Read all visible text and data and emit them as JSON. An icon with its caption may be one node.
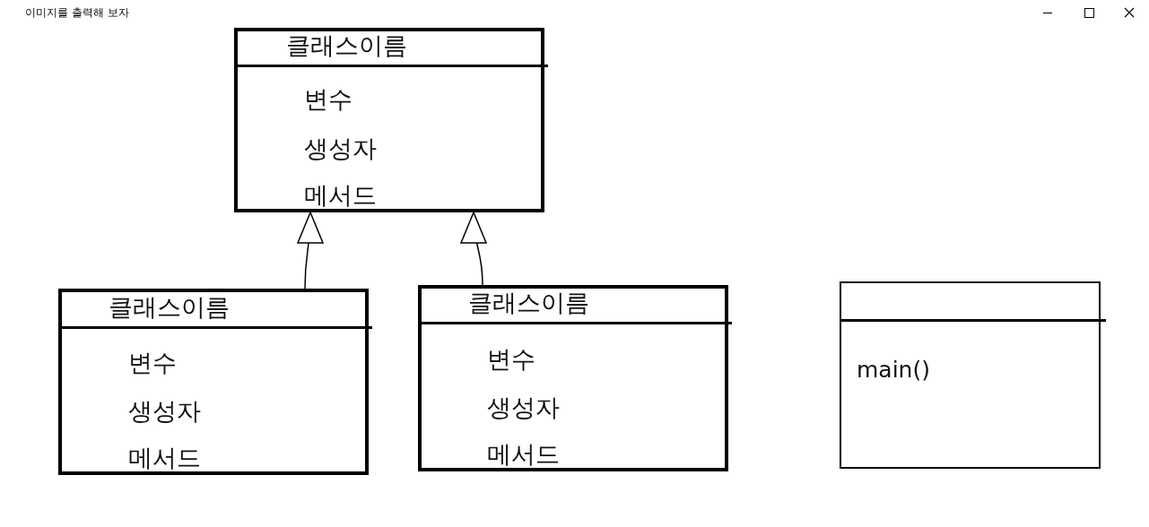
{
  "diagram": {
    "title": "이미지를 출력해 보자",
    "nodes": [
      {
        "text": [
          "클래스이름",
          "변수",
          "생성자",
          "메서드"
        ]
      },
      {
        "text": [
          "클래스이름",
          "변수",
          "생성자",
          "메서드"
        ]
      },
      {
        "text": [
          "클래스이름",
          "변수",
          "생성자",
          "메서드"
        ]
      },
      {
        "text": [
          "main()"
        ]
      }
    ],
    "edges": [
      {
        "from": 1,
        "to": 0,
        "arrow": "to"
      },
      {
        "from": 2,
        "to": 0,
        "arrow": "to"
      }
    ]
  }
}
